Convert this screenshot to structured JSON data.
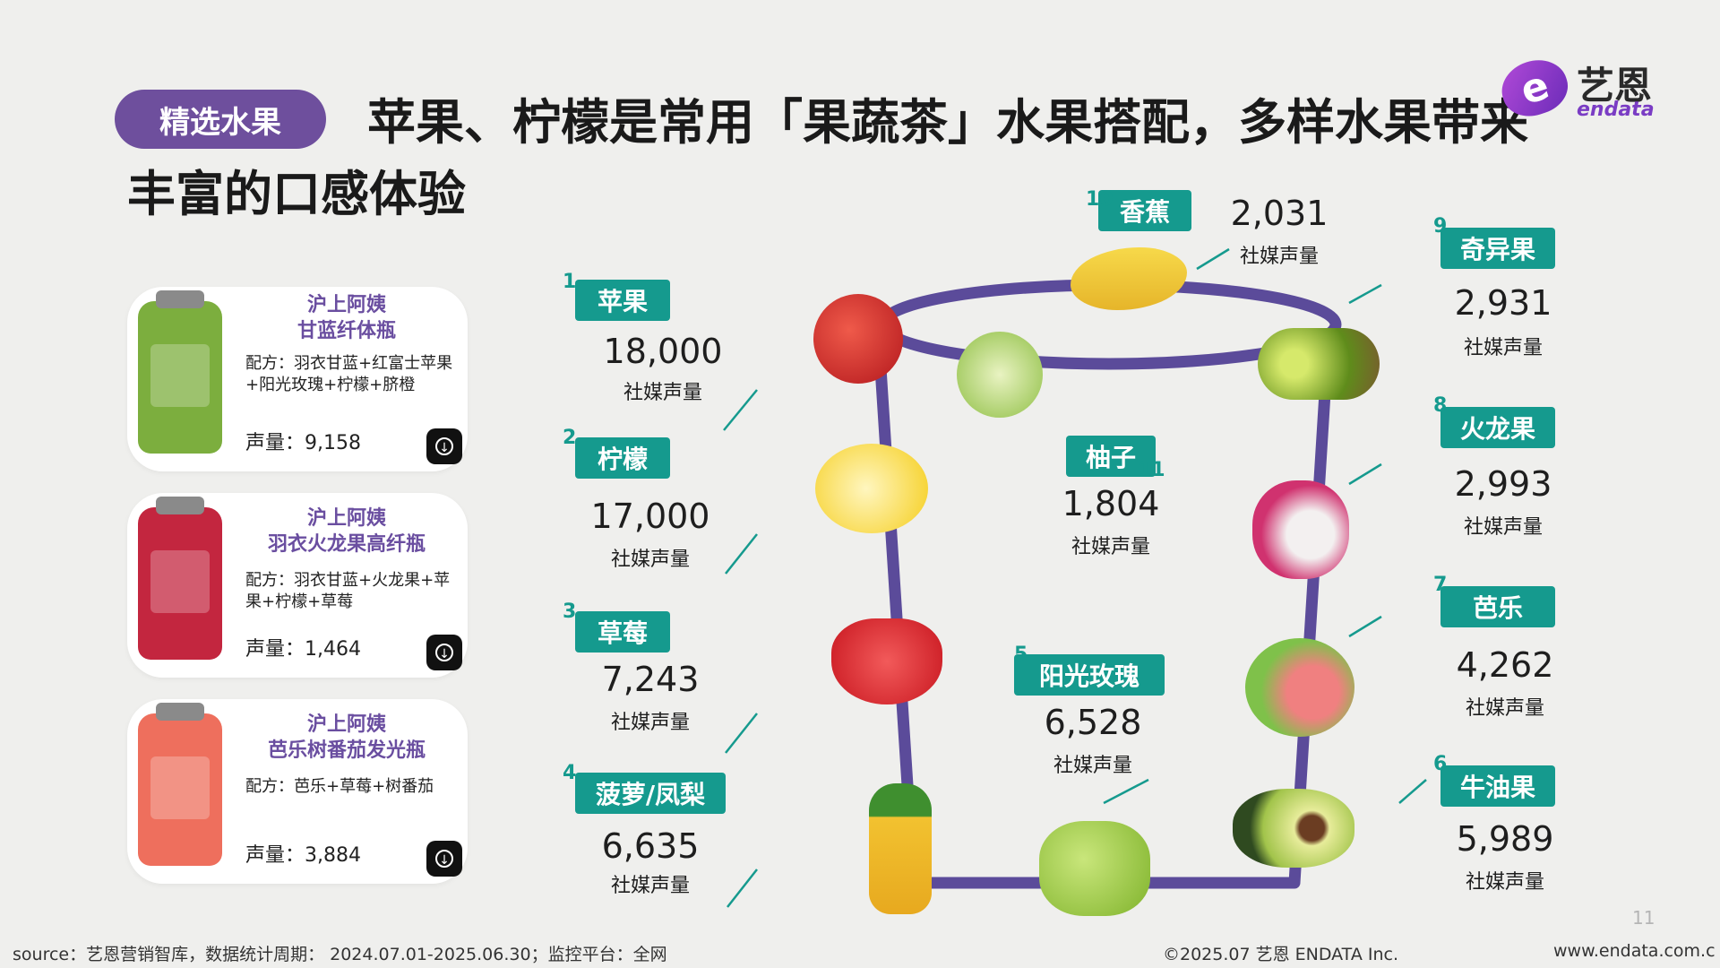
{
  "header": {
    "tag": "精选水果",
    "title_line1": "苹果、柠檬是常用「果蔬茶」水果搭配，多样水果带来",
    "title_line2": "丰富的口感体验"
  },
  "logo": {
    "mark": "e",
    "name_cn": "艺恩",
    "name_en": "endata"
  },
  "products": [
    {
      "name_line1": "沪上阿姨",
      "name_line2": "甘蓝纤体瓶",
      "formula": "配方：羽衣甘蓝+红富士苹果+阳光玫瑰+柠檬+脐橙",
      "volume": "声量：9,158",
      "color": "#7cae3e"
    },
    {
      "name_line1": "沪上阿姨",
      "name_line2": "羽衣火龙果高纤瓶",
      "formula": "配方：羽衣甘蓝+火龙果+苹果+柠檬+草莓",
      "volume": "声量：1,464",
      "color": "#c3263f"
    },
    {
      "name_line1": "沪上阿姨",
      "name_line2": "芭乐树番茄发光瓶",
      "formula": "配方：芭乐+草莓+树番茄",
      "volume": "声量：3,884",
      "color": "#ee6f5d"
    }
  ],
  "fruits": [
    {
      "rank": "1",
      "name": "苹果",
      "volume": "18,000",
      "label": "社媒声量"
    },
    {
      "rank": "2",
      "name": "柠檬",
      "volume": "17,000",
      "label": "社媒声量"
    },
    {
      "rank": "3",
      "name": "草莓",
      "volume": "7,243",
      "label": "社媒声量"
    },
    {
      "rank": "4",
      "name": "菠萝/凤梨",
      "volume": "6,635",
      "label": "社媒声量"
    },
    {
      "rank": "5",
      "name": "阳光玫瑰",
      "volume": "6,528",
      "label": "社媒声量"
    },
    {
      "rank": "6",
      "name": "牛油果",
      "volume": "5,989",
      "label": "社媒声量"
    },
    {
      "rank": "7",
      "name": "芭乐",
      "volume": "4,262",
      "label": "社媒声量"
    },
    {
      "rank": "8",
      "name": "火龙果",
      "volume": "2,993",
      "label": "社媒声量"
    },
    {
      "rank": "9",
      "name": "奇异果",
      "volume": "2,931",
      "label": "社媒声量"
    },
    {
      "rank": "10",
      "name": "香蕉",
      "volume": "2,031",
      "label": "社媒声量"
    },
    {
      "rank": "11",
      "name": "柚子",
      "volume": "1,804",
      "label": "社媒声量"
    }
  ],
  "colors": {
    "accent": "#159a8e",
    "brand": "#6e4f9d",
    "frame": "#5b4b9a"
  },
  "footer": {
    "source": "source：艺恩营销智库，数据统计周期： 2024.07.01-2025.06.30；监控平台：全网",
    "copyright": "©2025.07  艺恩 ENDATA Inc.",
    "website": "www.endata.com.c",
    "page": "11"
  }
}
